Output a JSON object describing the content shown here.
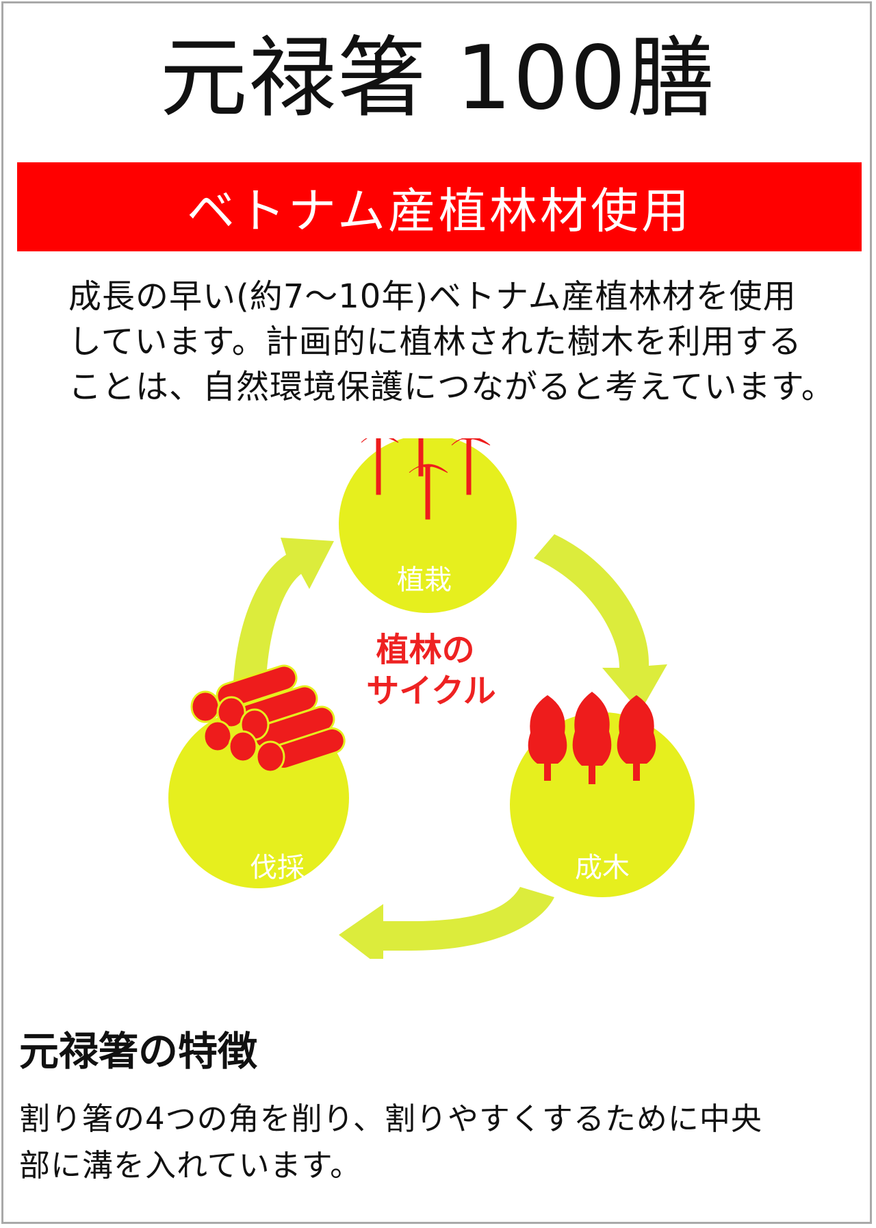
{
  "header": {
    "title": "元禄箸 100膳"
  },
  "banner": {
    "text": "ベトナム産植林材使用",
    "color": "#ff0000"
  },
  "intro": {
    "lines": [
      "成長の早い(約7〜10年)ベトナム産植林材を使用",
      "しています。計画的に植林された樹木を利用する",
      "ことは、自然環境保護につながると考えています。"
    ]
  },
  "cycle": {
    "center_lines": [
      "植林の",
      "サイクル"
    ],
    "stages": [
      {
        "label": "植栽",
        "icon": "sprout-icon"
      },
      {
        "label": "成木",
        "icon": "tree-icon"
      },
      {
        "label": "伐採",
        "icon": "log-pile-icon"
      }
    ],
    "colors": {
      "circle": "#e6ef1e",
      "arrow": "#dcec3c",
      "icon": "#ee1c1c",
      "label": "#ffffff",
      "center_text": "#ee2222"
    }
  },
  "features": {
    "heading": "元禄箸の特徴",
    "lines": [
      "割り箸の4つの角を削り、割りやすくするために中央",
      "部に溝を入れています。"
    ]
  }
}
